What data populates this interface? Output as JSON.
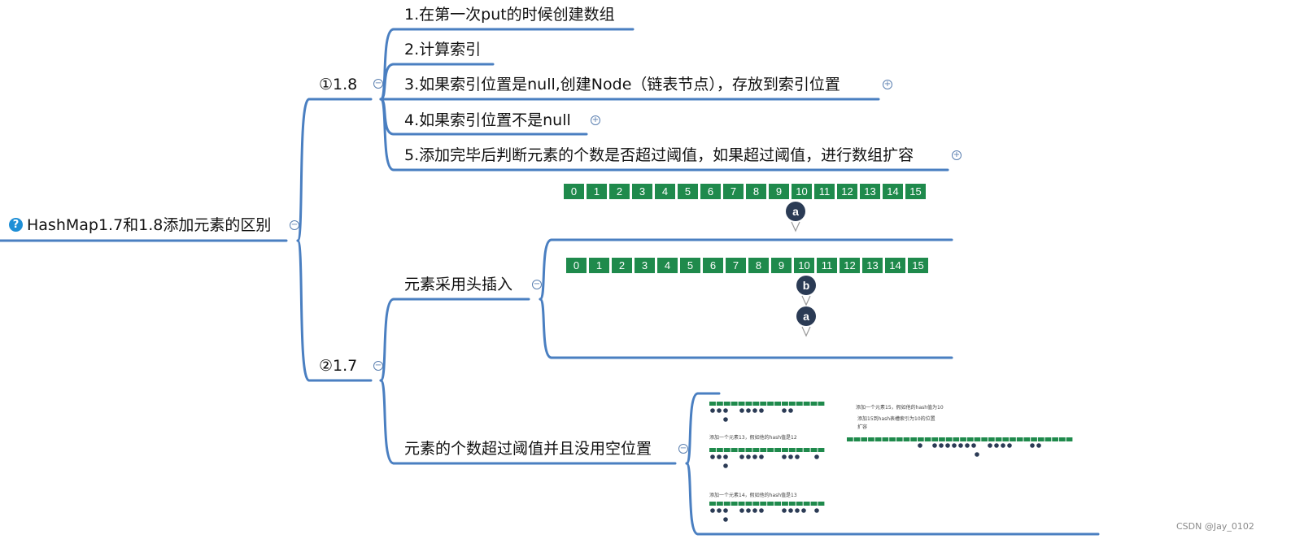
{
  "root": {
    "label": "HashMap1.7和1.8添加元素的区别",
    "icon": "help-icon"
  },
  "branch_18": {
    "label": "①1.8",
    "steps": [
      {
        "label": "1.在第一次put的时候创建数组",
        "expandable": false
      },
      {
        "label": "2.计算索引",
        "expandable": false
      },
      {
        "label": "3.如果索引位置是null,创建Node（链表节点），存放到索引位置",
        "expandable": true
      },
      {
        "label": "4.如果索引位置不是null",
        "expandable": true
      },
      {
        "label": "5.添加完毕后判断元素的个数是否超过阈值，如果超过阈值，进行数组扩容",
        "expandable": true
      }
    ]
  },
  "branch_17": {
    "label": "②1.7",
    "head_insert": {
      "label": "元素采用头插入",
      "array_cells": [
        "0",
        "1",
        "2",
        "3",
        "4",
        "5",
        "6",
        "7",
        "8",
        "9",
        "10",
        "11",
        "12",
        "13",
        "14",
        "15"
      ],
      "before_nodes": [
        "a"
      ],
      "after_nodes": [
        "b",
        "a"
      ]
    },
    "resize": {
      "label": "元素的个数超过阈值并且没用空位置",
      "captions": [
        "添加一个元素13，假如他的hash值是12",
        "添加一个元素14，假如他的hash值是13",
        "添加一个元素15，假如他的hash值为10",
        "添加15到hash表槽索引为10的位置",
        "扩容"
      ]
    }
  },
  "watermark": "CSDN @Jay_0102",
  "colors": {
    "line": "#4a7fc1",
    "cell": "#1f8a4c",
    "node": "#2b3b55"
  }
}
